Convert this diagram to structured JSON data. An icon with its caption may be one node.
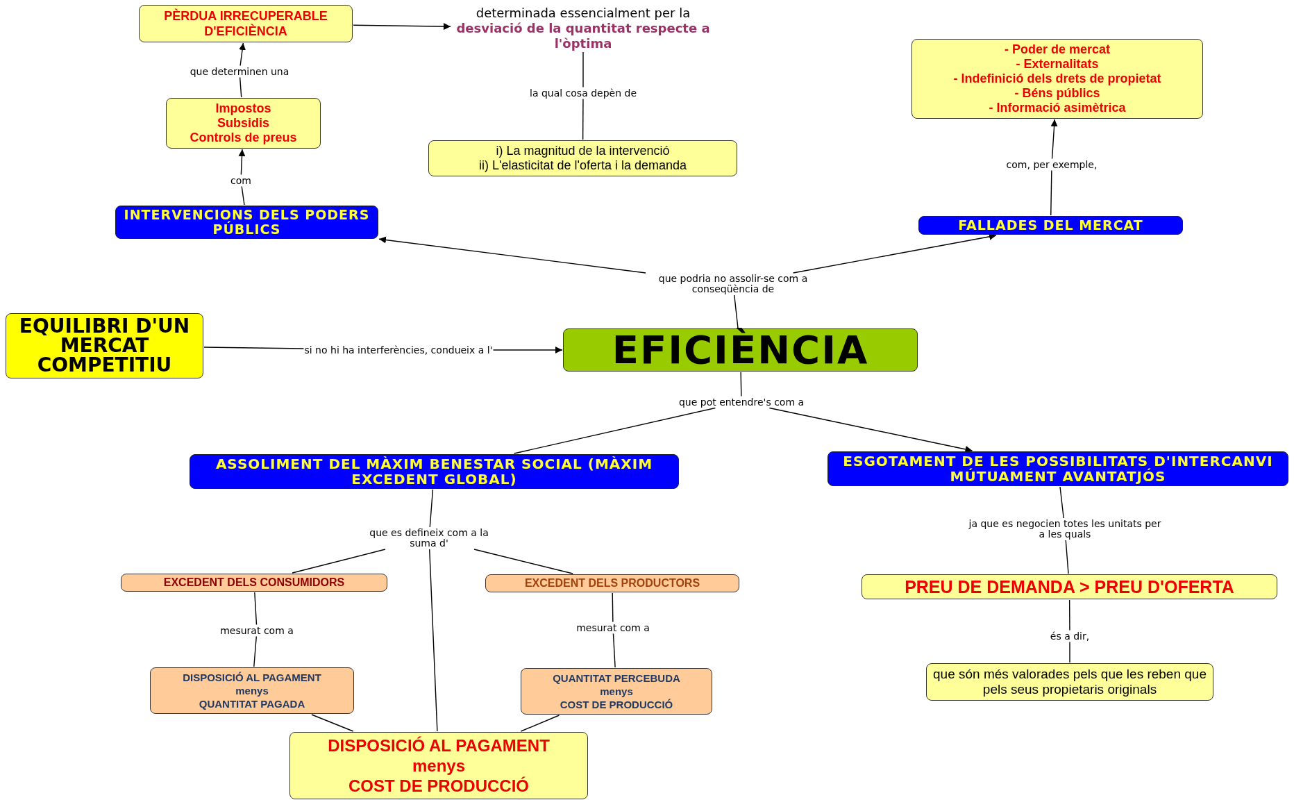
{
  "diagram": {
    "nodes": [
      {
        "text": [
          "PÈRDUA IRRECUPERABLE D'EFICIÈNCIA"
        ]
      },
      {
        "text": [
          "determinada essencialment per la **desviació de la quantitat respecte a l'òptima**"
        ]
      },
      {
        "text": [
          "la qual cosa depèn de"
        ]
      },
      {
        "text": [
          "i) La magnitud de la intervenció",
          "ii) L'elasticitat de l'oferta i la demanda"
        ]
      },
      {
        "text": [
          "que determinen una"
        ]
      },
      {
        "text": [
          "Impostos",
          "Subsidis",
          "Controls de preus"
        ]
      },
      {
        "text": [
          "com"
        ]
      },
      {
        "text": [
          "INTERVENCIONS DELS PODERS PÚBLICS"
        ]
      },
      {
        "text": [
          "- Poder de mercat",
          "- Externalitats",
          "- Indefinició dels drets de propietat",
          "- Béns  públics",
          "- Informació asimètrica"
        ]
      },
      {
        "text": [
          "com, per exemple,"
        ]
      },
      {
        "text": [
          "FALLADES DEL MERCAT"
        ]
      },
      {
        "text": [
          "que podria no assolir-se com a conseqüència de"
        ]
      },
      {
        "text": [
          "EQUILIBRI D'UN MERCAT COMPETITIU"
        ]
      },
      {
        "text": [
          "si no hi ha interferències, condueix a l'"
        ]
      },
      {
        "text": [
          "EFICIÈNCIA"
        ]
      },
      {
        "text": [
          "que pot entendre's com a"
        ]
      },
      {
        "text": [
          "ASSOLIMENT DEL MÀXIM BENESTAR SOCIAL (MÀXIM EXCEDENT GLOBAL)"
        ]
      },
      {
        "text": [
          "ESGOTAMENT DE LES POSSIBILITATS D'INTERCANVI MÚTUAMENT AVANTATJÓS"
        ]
      },
      {
        "text": [
          "que es defineix com a la suma d'"
        ]
      },
      {
        "text": [
          "ja que es negocien totes les unitats per a les quals"
        ]
      },
      {
        "text": [
          "EXCEDENT DELS CONSUMIDORS"
        ]
      },
      {
        "text": [
          "EXCEDENT DELS PRODUCTORS"
        ]
      },
      {
        "text": [
          "PREU DE DEMANDA > PREU D'OFERTA"
        ]
      },
      {
        "text": [
          "mesurat com a"
        ]
      },
      {
        "text": [
          "mesurat com a"
        ]
      },
      {
        "text": [
          "és a dir,"
        ]
      },
      {
        "text": [
          "DISPOSICIÓ AL PAGAMENT",
          "menys",
          "QUANTITAT PAGADA"
        ]
      },
      {
        "text": [
          "QUANTITAT PERCEBUDA",
          "menys",
          "COST DE PRODUCCIÓ"
        ]
      },
      {
        "text": [
          "que són més valorades pels que les reben que pels seus propietaris originals"
        ]
      },
      {
        "text": [
          "DISPOSICIÓ AL PAGAMENT",
          "menys",
          "COST DE PRODUCCIÓ"
        ]
      }
    ],
    "edges": [
      {
        "from": 0,
        "to": 1,
        "arrow": "to"
      },
      {
        "from": 1,
        "to": 2,
        "arrow": "none"
      },
      {
        "from": 2,
        "to": 3,
        "arrow": "none"
      },
      {
        "from": 5,
        "to": 4,
        "arrow": "none"
      },
      {
        "from": 4,
        "to": 0,
        "arrow": "to"
      },
      {
        "from": 7,
        "to": 6,
        "arrow": "none"
      },
      {
        "from": 6,
        "to": 5,
        "arrow": "to"
      },
      {
        "from": 10,
        "to": 9,
        "arrow": "none"
      },
      {
        "from": 9,
        "to": 8,
        "arrow": "to"
      },
      {
        "from": 14,
        "to": 11,
        "arrow": "none"
      },
      {
        "from": 11,
        "to": 7,
        "arrow": "to"
      },
      {
        "from": 11,
        "to": 10,
        "arrow": "to"
      },
      {
        "from": 12,
        "to": 13,
        "arrow": "none"
      },
      {
        "from": 13,
        "to": 14,
        "arrow": "to"
      },
      {
        "from": 14,
        "to": 15,
        "arrow": "none"
      },
      {
        "from": 15,
        "to": 16,
        "arrow": "none"
      },
      {
        "from": 15,
        "to": 17,
        "arrow": "to"
      },
      {
        "from": 16,
        "to": 18,
        "arrow": "none"
      },
      {
        "from": 18,
        "to": 20,
        "arrow": "none"
      },
      {
        "from": 18,
        "to": 21,
        "arrow": "none"
      },
      {
        "from": 18,
        "to": 29,
        "arrow": "none"
      },
      {
        "from": 17,
        "to": 19,
        "arrow": "none"
      },
      {
        "from": 19,
        "to": 22,
        "arrow": "none"
      },
      {
        "from": 20,
        "to": 23,
        "arrow": "none"
      },
      {
        "from": 23,
        "to": 26,
        "arrow": "none"
      },
      {
        "from": 21,
        "to": 24,
        "arrow": "none"
      },
      {
        "from": 24,
        "to": 27,
        "arrow": "none"
      },
      {
        "from": 22,
        "to": 25,
        "arrow": "none"
      },
      {
        "from": 25,
        "to": 28,
        "arrow": "none"
      },
      {
        "from": 26,
        "to": 29,
        "arrow": "none"
      },
      {
        "from": 27,
        "to": 29,
        "arrow": "none"
      }
    ]
  }
}
